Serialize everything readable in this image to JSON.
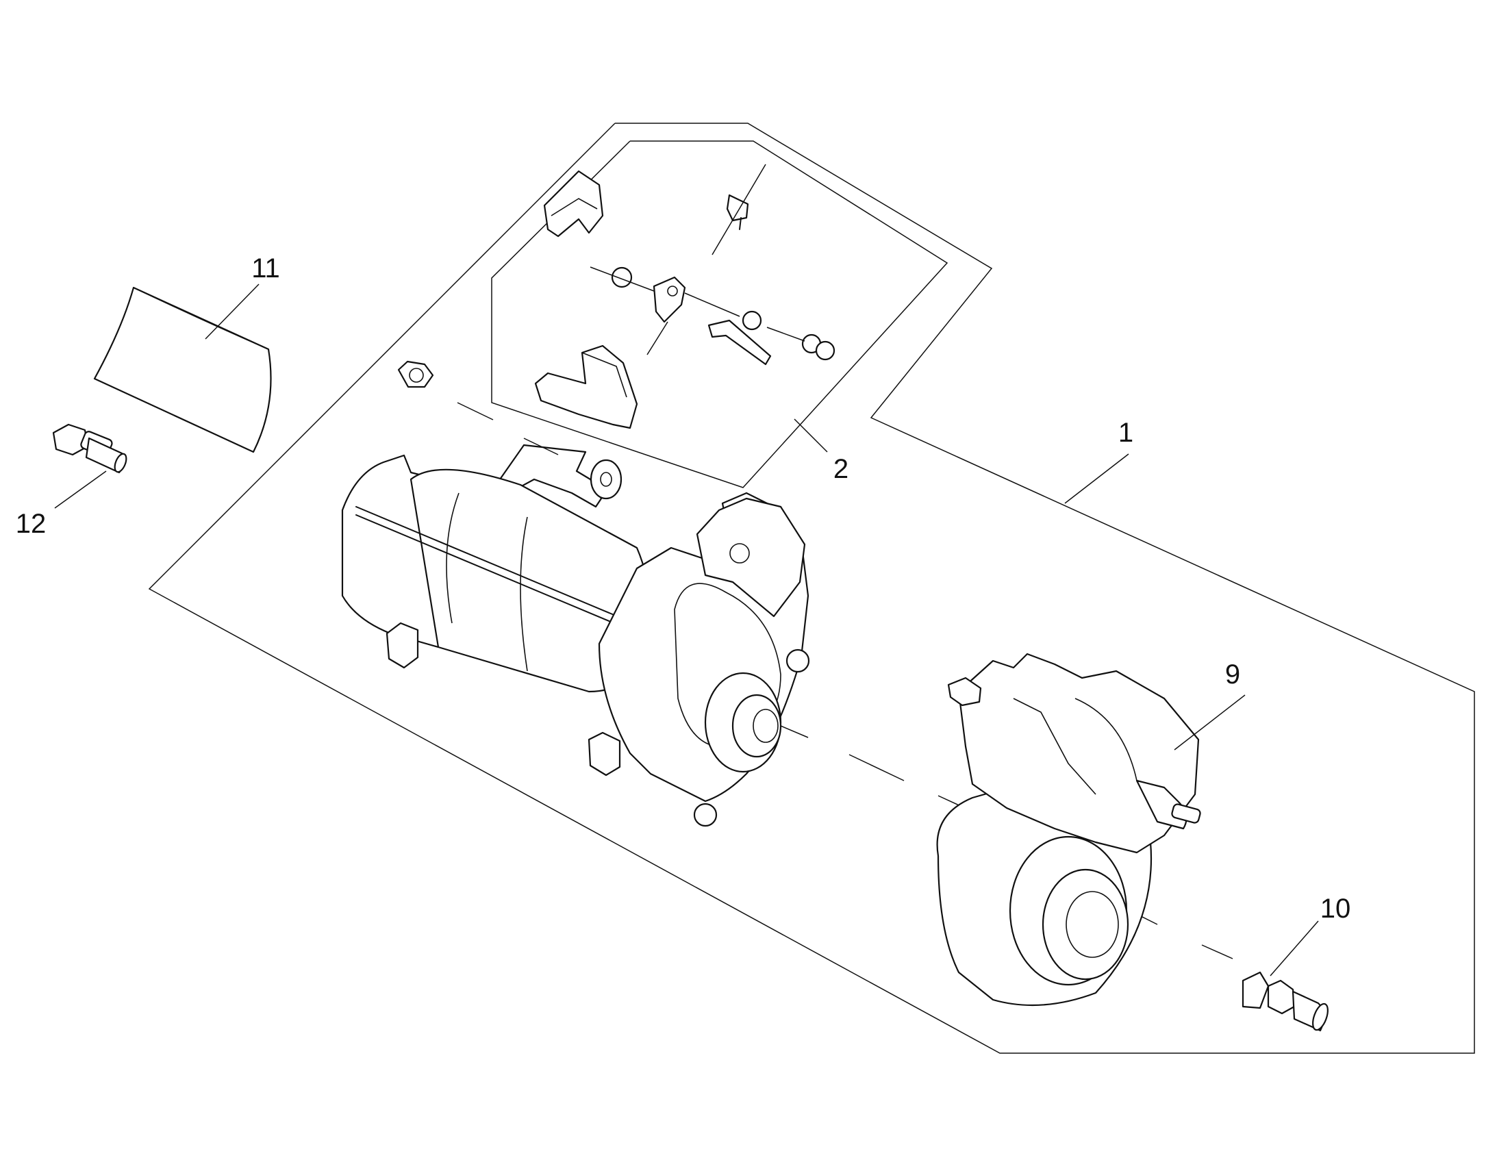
{
  "diagram": {
    "type": "exploded-parts-diagram",
    "callouts": [
      {
        "id": "1",
        "label": "1"
      },
      {
        "id": "2",
        "label": "2"
      },
      {
        "id": "9",
        "label": "9"
      },
      {
        "id": "10",
        "label": "10"
      },
      {
        "id": "11",
        "label": "11"
      },
      {
        "id": "12",
        "label": "12"
      }
    ],
    "parts": [
      {
        "callout": "1",
        "icon": "starter-motor-assembly-icon"
      },
      {
        "callout": "2",
        "icon": "solenoid-kit-icon"
      },
      {
        "callout": "9",
        "icon": "drive-housing-icon"
      },
      {
        "callout": "10",
        "icon": "stud-bolt-icon"
      },
      {
        "callout": "11",
        "icon": "cover-sheet-icon"
      },
      {
        "callout": "12",
        "icon": "flange-bolt-icon"
      }
    ],
    "colors": {
      "line": "#111111",
      "background": "#ffffff"
    }
  }
}
